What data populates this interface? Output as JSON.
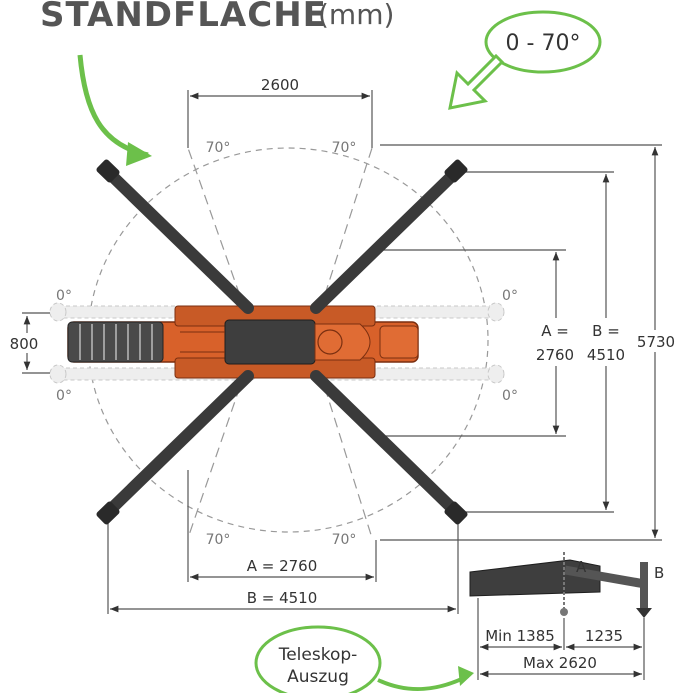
{
  "title": {
    "main": "STANDFLÄCHE",
    "unit": "(mm)"
  },
  "callouts": {
    "angle_range": "0 - 70°",
    "telescope_line1": "Teleskop-",
    "telescope_line2": "Auszug"
  },
  "angles": {
    "a70": "70°",
    "a0": "0°"
  },
  "dimensions": {
    "top_width": "2600",
    "a_bottom": "A = 2760",
    "b_bottom": "B = 4510",
    "left_800": "800",
    "a_label": "A =",
    "a_value": "2760",
    "b_label": "B =",
    "b_value": "4510",
    "overall": "5730"
  },
  "inset": {
    "label_a": "A",
    "label_b": "B",
    "min": "Min 1385",
    "ext": "1235",
    "max": "Max 2620"
  },
  "colors": {
    "body": "#d8612a",
    "outrigger": "#3a3a3a",
    "arrow": "#6cc04a",
    "dashed": "#999999"
  }
}
